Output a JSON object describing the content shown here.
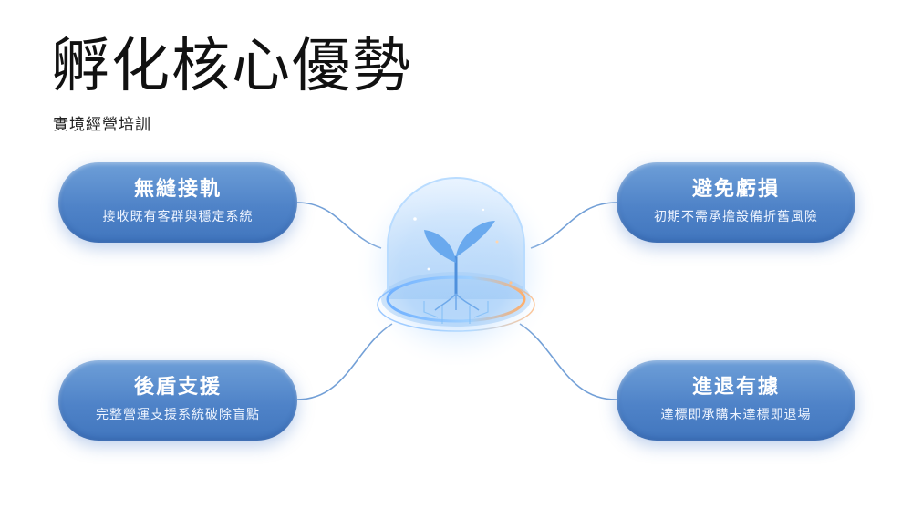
{
  "header": {
    "title": "孵化核心優勢",
    "subtitle": "實境經營培訓"
  },
  "cards": {
    "top_left": {
      "title": "無縫接軌",
      "description": "接收既有客群與穩定系統"
    },
    "top_right": {
      "title": "避免虧損",
      "description": "初期不需承擔設備折舊風險"
    },
    "bottom_left": {
      "title": "後盾支援",
      "description": "完整營運支援系統破除盲點"
    },
    "bottom_right": {
      "title": "進退有據",
      "description": "達標即承購未達標即退場"
    }
  },
  "colors": {
    "card_blue": "#4f83c8",
    "connector": "#5b8fd0",
    "glow_blue": "#8cc6ff",
    "glow_orange": "#ffb070"
  },
  "icons": {
    "center": "seedling-dome-icon"
  }
}
